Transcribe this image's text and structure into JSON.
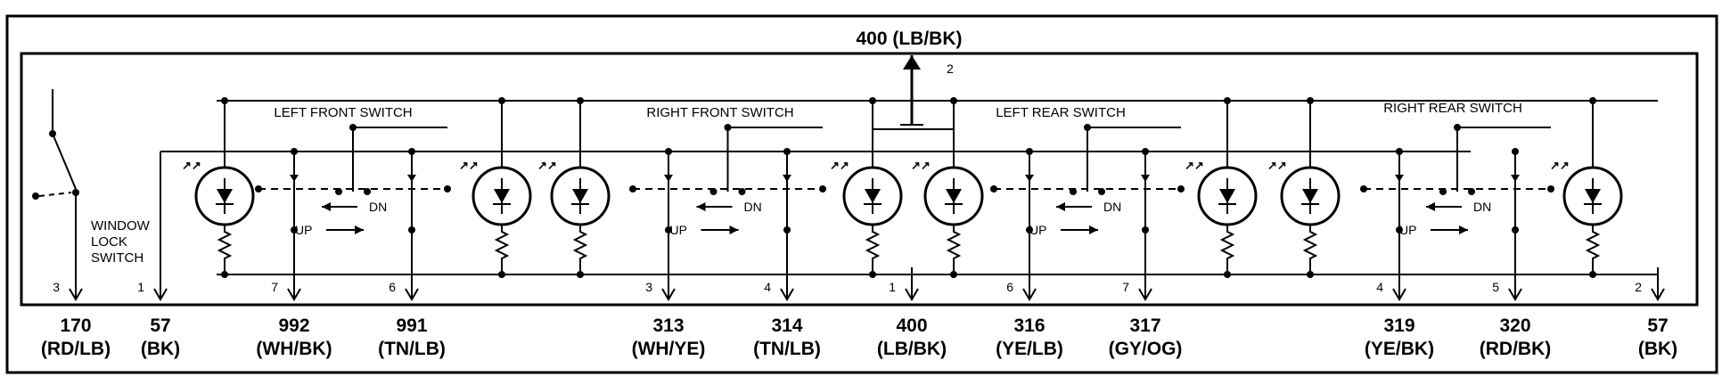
{
  "title": "400 (LB/BK)",
  "top_pin": "2",
  "window_lock_switch": {
    "lines": [
      "WINDOW",
      "LOCK",
      "SWITCH"
    ]
  },
  "switches": {
    "left_front": "LEFT FRONT SWITCH",
    "right_front": "RIGHT FRONT SWITCH",
    "left_rear": "LEFT REAR SWITCH",
    "right_rear": "RIGHT REAR SWITCH"
  },
  "direction": {
    "down": "DN",
    "up": "UP"
  },
  "terminals": [
    {
      "pin": "3",
      "circuit": "170",
      "color": "(RD/LB)"
    },
    {
      "pin": "1",
      "circuit": "57",
      "color": "(BK)"
    },
    {
      "pin": "7",
      "circuit": "992",
      "color": "(WH/BK)"
    },
    {
      "pin": "6",
      "circuit": "991",
      "color": "(TN/LB)"
    },
    {
      "pin": "3",
      "circuit": "313",
      "color": "(WH/YE)"
    },
    {
      "pin": "4",
      "circuit": "314",
      "color": "(TN/LB)"
    },
    {
      "pin": "1",
      "circuit": "400",
      "color": "(LB/BK)"
    },
    {
      "pin": "6",
      "circuit": "316",
      "color": "(YE/LB)"
    },
    {
      "pin": "7",
      "circuit": "317",
      "color": "(GY/OG)"
    },
    {
      "pin": "4",
      "circuit": "319",
      "color": "(YE/BK)"
    },
    {
      "pin": "5",
      "circuit": "320",
      "color": "(RD/BK)"
    },
    {
      "pin": "2",
      "circuit": "57",
      "color": "(BK)"
    }
  ]
}
